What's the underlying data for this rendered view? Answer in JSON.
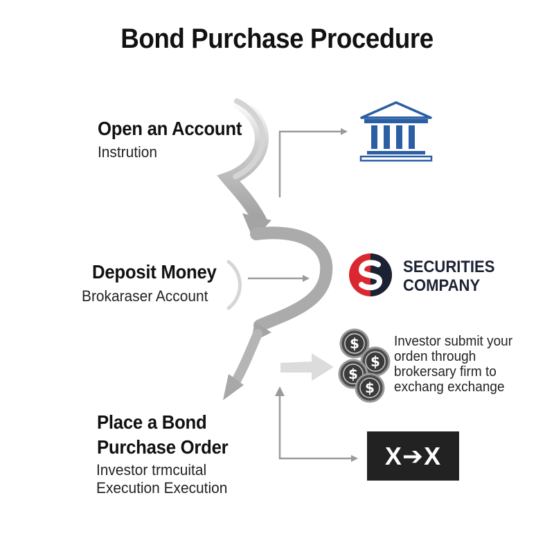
{
  "title": "Bond Purchase Procedure",
  "steps": [
    {
      "title": "Open an Account",
      "subtitle": "Instrution"
    },
    {
      "title": "Deposit Money",
      "subtitle": "Brokaraser Account"
    },
    {
      "title_lines": [
        "Place a Bond",
        "Purchase Order"
      ],
      "subtitle_lines": [
        "Investor trmcuital",
        "Execution Execution"
      ]
    }
  ],
  "securities": {
    "logo_letter": "S",
    "name_lines": [
      "SECURITIES",
      "COMPANY"
    ]
  },
  "coins": {
    "symbol": "$",
    "description_lines": [
      "Investor submit your",
      "orden through",
      "brokersary firm to",
      "exchang exchange"
    ]
  },
  "exchange": {
    "label": "X➔X"
  },
  "icons": [
    "bank-building-icon",
    "securities-logo-icon",
    "dollar-coins-icon",
    "exchange-icon"
  ],
  "colors": {
    "bank_blue": "#2b5ea3",
    "securities_red": "#d9282f",
    "securities_navy": "#1b2233",
    "arrow_gray": "#a6a6a6",
    "coin_dark": "#4a4a4a",
    "exchange_bg": "#222222"
  }
}
